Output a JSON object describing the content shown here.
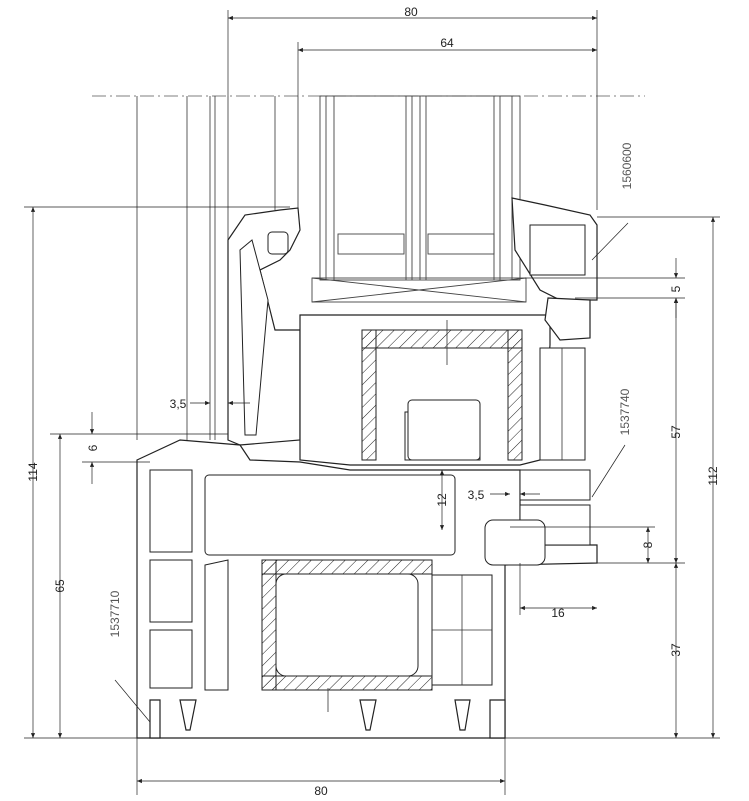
{
  "dimensions": {
    "top_outer_width": "80",
    "top_glass_width": "64",
    "bottom_width": "80",
    "left_total_height": "114",
    "left_frame_height": "65",
    "left_small": "6",
    "left_gap": "3,5",
    "right_total_height": "112",
    "right_upper": "5",
    "right_sash": "57",
    "right_lower": "37",
    "right_small": "8",
    "center_vertical": "12",
    "center_horizontal": "3,5",
    "bottom_offset": "16"
  },
  "part_codes": {
    "top_right": "1560600",
    "middle_right": "1537740",
    "bottom_left": "1537710"
  },
  "colors": {
    "line": "#222222",
    "background": "#ffffff"
  }
}
